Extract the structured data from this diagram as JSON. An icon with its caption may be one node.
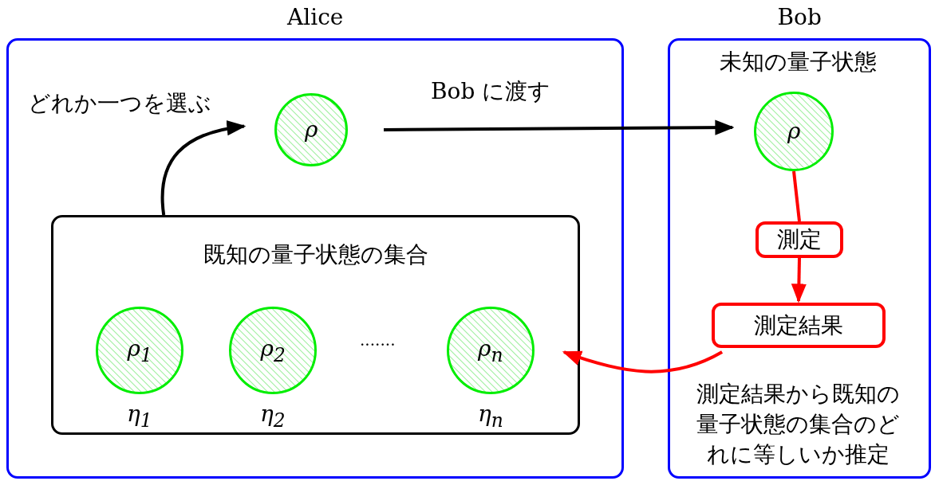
{
  "diagram": {
    "nodes": [
      {
        "text": [
          "Alice"
        ]
      },
      {
        "text": [
          "Bob"
        ]
      },
      {
        "text": [
          "ρ"
        ],
        "in": 0
      },
      {
        "text": [
          "既知の量子状態の集合"
        ],
        "in": 0
      },
      {
        "text": [
          "ρ$_{1}$"
        ],
        "in": 3,
        "beside": [
          "η$_{1}$"
        ]
      },
      {
        "text": [
          "ρ$_{2}$"
        ],
        "in": 3,
        "beside": [
          "η$_{2}$"
        ]
      },
      {
        "text": [
          "ρ$_{n}$"
        ],
        "in": 3,
        "beside": [
          "η$_{n}$"
        ]
      },
      {
        "text": [
          "ρ"
        ],
        "in": 1
      },
      {
        "text": [
          "測定"
        ],
        "in": 1
      },
      {
        "text": [
          "測定結果"
        ],
        "in": 1
      }
    ],
    "edges": [
      {
        "from": 3,
        "to": 2,
        "arrow": "to",
        "label": "どれか一つを選ぶ",
        "color": "#000000"
      },
      {
        "from": 2,
        "to": 7,
        "arrow": "to",
        "label": "Bob に渡す",
        "color": "#000000"
      },
      {
        "from": 7,
        "to": 8,
        "arrow": "none",
        "color": "#ff0000"
      },
      {
        "from": 8,
        "to": 9,
        "arrow": "to",
        "color": "#ff0000"
      },
      {
        "from": 9,
        "to": 6,
        "arrow": "to",
        "color": "#ff0000"
      }
    ],
    "labels": [
      "未知の量子状態",
      ".......",
      "測定結果から既知の量子状態の集合のどれに等しいか推定"
    ]
  }
}
